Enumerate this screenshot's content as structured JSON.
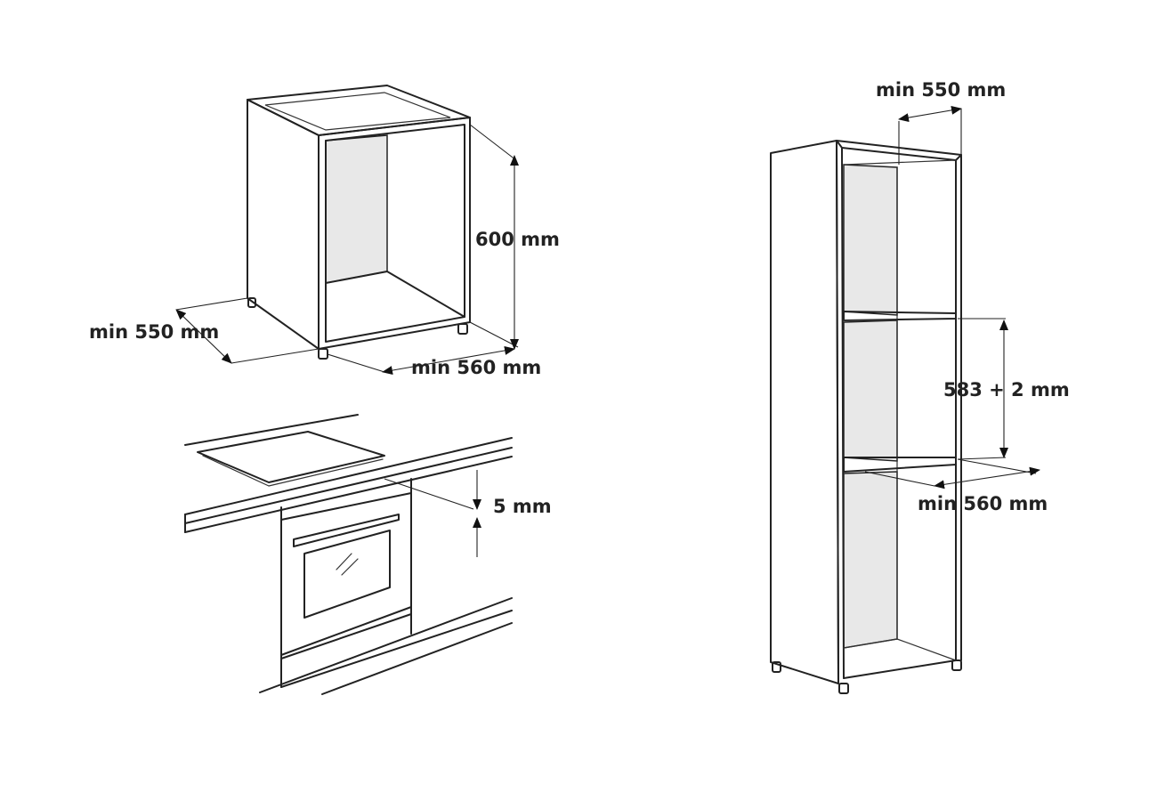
{
  "base_cabinet": {
    "height_label": "600 mm",
    "depth_label": "min 550 mm",
    "width_label": "min 560 mm"
  },
  "worktop_install": {
    "gap_label": "5 mm"
  },
  "column_cabinet": {
    "depth_label": "min 550 mm",
    "niche_height_label": "583 + 2 mm",
    "width_label": "min 560 mm"
  },
  "colors": {
    "line": "#222222",
    "niche_fill": "#e8e8e8",
    "background": "#ffffff"
  }
}
